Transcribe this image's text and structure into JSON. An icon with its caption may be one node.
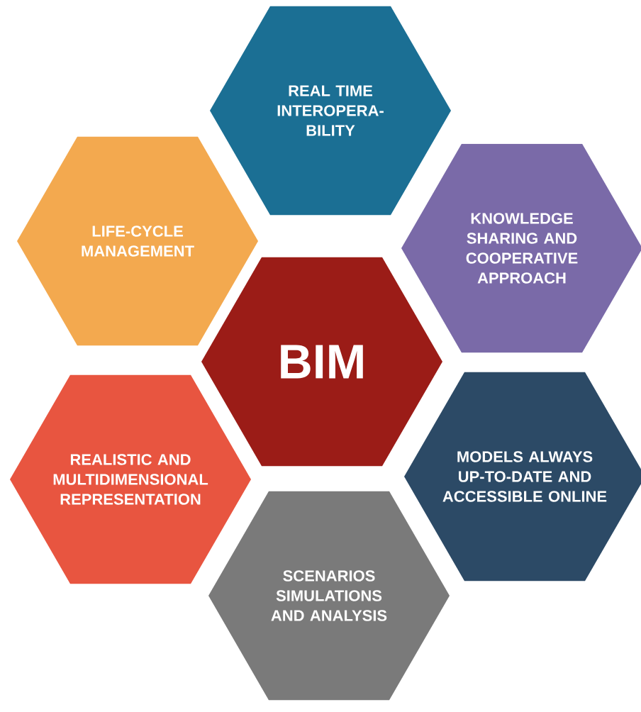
{
  "diagram": {
    "nodes": [
      {
        "text": [
          "REAL TIME INTEROPERA-BILITY"
        ]
      },
      {
        "text": [
          "LIFE-CYCLE MANAGEMENT"
        ]
      },
      {
        "text": [
          "KNOWLEDGE SHARING AND COOPERATIVE APPROACH"
        ]
      },
      {
        "text": [
          "BIM"
        ]
      },
      {
        "text": [
          "REALISTIC AND MULTIDIMENSIONAL REPRESENTATION"
        ]
      },
      {
        "text": [
          "MODELS ALWAYS UP-TO-DATE AND ACCESSIBLE ONLINE"
        ]
      },
      {
        "text": [
          "SCENARIOS SIMULATIONS AND ANALYSIS"
        ]
      }
    ]
  }
}
